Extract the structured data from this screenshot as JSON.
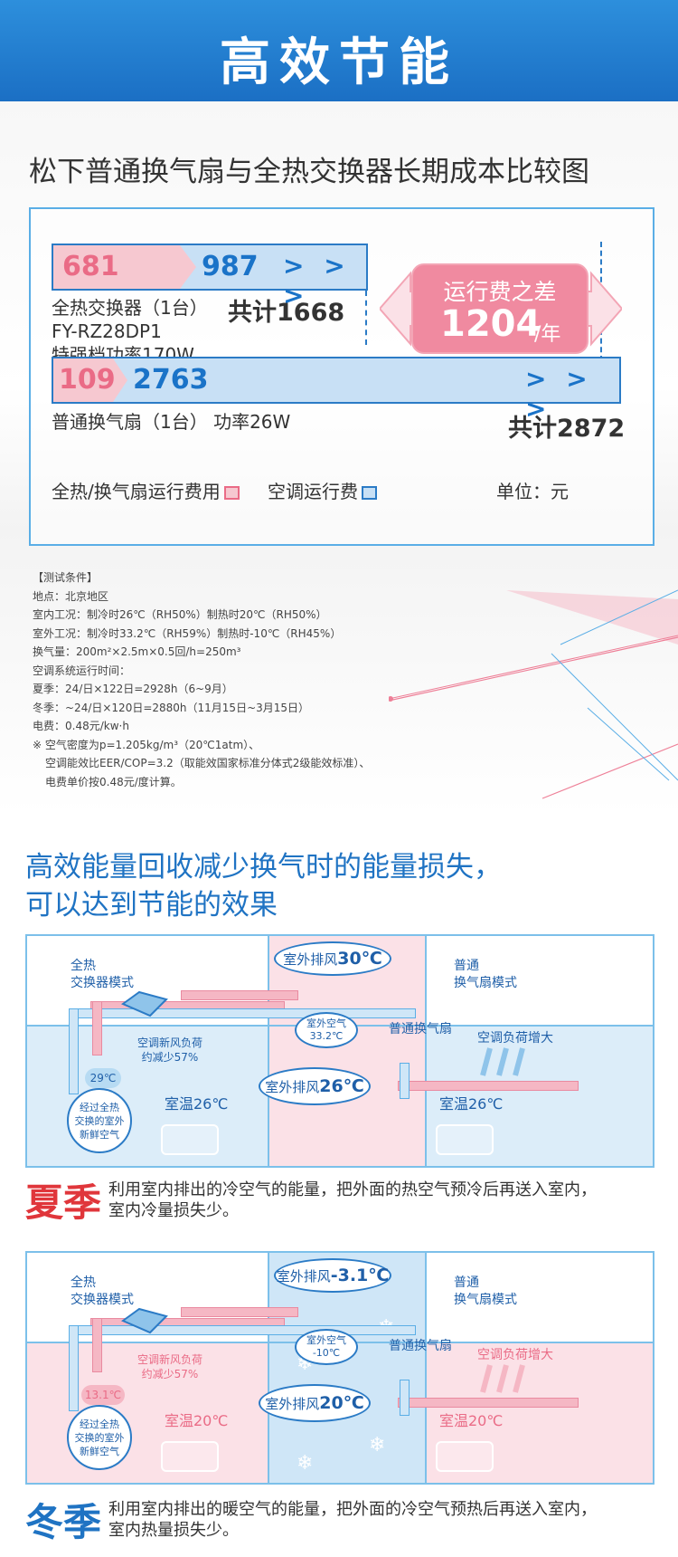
{
  "header": {
    "title": "高效节能"
  },
  "comparison": {
    "title": "松下普通换气扇与全热交换器长期成本比较图",
    "erv": {
      "pink_value": "681",
      "blue_value": "987",
      "arrows": "> > >",
      "desc_line1": "全热交换器（1台）",
      "desc_line2": "FY-RZ28DP1",
      "desc_line3": "特强档功率170W",
      "total": "共计1668"
    },
    "fan": {
      "pink_value": "109",
      "blue_value": "2763",
      "arrows": "> > >",
      "desc": "普通换气扇（1台） 功率26W",
      "total": "共计2872"
    },
    "difference": {
      "label": "运行费之差",
      "value": "1204",
      "unit": "/年"
    },
    "legend": {
      "pink_label": "全热/换气扇运行费用",
      "blue_label": "空调运行费",
      "unit": "单位：元",
      "pink_color": "#f6c8d0",
      "blue_color": "#c8e0f5"
    }
  },
  "conditions": {
    "lines": [
      "【测试条件】",
      "地点：北京地区",
      "室内工况：制冷时26℃（RH50%）制热时20℃（RH50%）",
      "室外工况：制冷时33.2℃（RH59%）制热时-10℃（RH45%）",
      "换气量：200m²×2.5m×0.5回/h=250m³",
      "空调系统运行时间：",
      "夏季：24/日×122日=2928h（6~9月）",
      "冬季：~24/日×120日=2880h（11月15日~3月15日）",
      "电费：0.48元/kw·h",
      "※ 空气密度为p=1.205kg/m³（20℃1atm）、",
      "空调能效比EER/COP=3.2（取能效国家标准分体式2级能效标准）、",
      "电费单价按0.48元/度计算。"
    ]
  },
  "section2": {
    "title_line1": "高效能量回收减少换气时的能量损失，",
    "title_line2": "可以达到节能的效果"
  },
  "summer": {
    "erv_mode": "全热\n交换器模式",
    "fan_mode": "普通\n换气扇模式",
    "exhaust_top_prefix": "室外排风",
    "exhaust_top_value": "30℃",
    "outdoor_air": "室外空气\n33.2℃",
    "fan_label": "普通换气扇",
    "load_reduce": "空调新风负荷\n约减少57%",
    "load_increase": "空调负荷增大",
    "supply_temp": "29℃",
    "fresh_air": "经过全热\n交换的室外\n新鲜空气",
    "room_left": "室温26℃",
    "room_right": "室温26℃",
    "exhaust_mid_prefix": "室外排风",
    "exhaust_mid_value": "26℃",
    "season": "夏季",
    "desc_line1": "利用室内排出的冷空气的能量，把外面的热空气预冷后再送入室内，",
    "desc_line2": "室内冷量损失少。"
  },
  "winter": {
    "erv_mode": "全热\n交换器模式",
    "fan_mode": "普通\n换气扇模式",
    "exhaust_top_prefix": "室外排风",
    "exhaust_top_value": "-3.1℃",
    "outdoor_air": "室外空气\n-10℃",
    "fan_label": "普通换气扇",
    "load_reduce": "空调新风负荷\n约减少57%",
    "load_increase": "空调负荷增大",
    "supply_temp": "13.1℃",
    "fresh_air": "经过全热\n交换的室外\n新鲜空气",
    "room_left": "室温20℃",
    "room_right": "室温20℃",
    "exhaust_mid_prefix": "室外排风",
    "exhaust_mid_value": "20℃",
    "season": "冬季",
    "desc_line1": "利用室内排出的暖空气的能量，把外面的冷空气预热后再送入室内，",
    "desc_line2": "室内热量损失少。"
  },
  "colors": {
    "summer_red": "#e0363b",
    "winter_blue": "#1f73c3"
  }
}
